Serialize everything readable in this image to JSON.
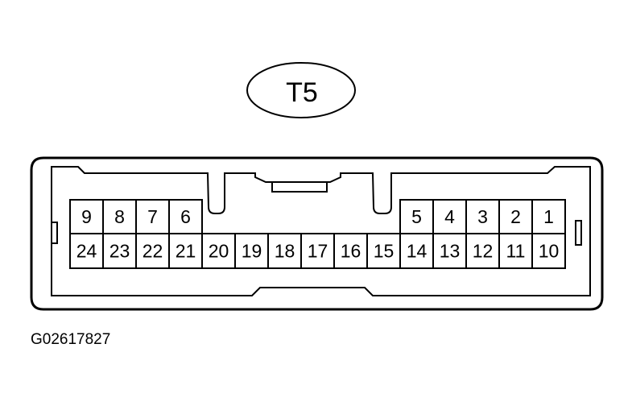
{
  "connector": {
    "label": "T5",
    "top_row_left": [
      "9",
      "8",
      "7",
      "6"
    ],
    "top_row_right": [
      "5",
      "4",
      "3",
      "2",
      "1"
    ],
    "bottom_row": [
      "24",
      "23",
      "22",
      "21",
      "20",
      "19",
      "18",
      "17",
      "16",
      "15",
      "14",
      "13",
      "12",
      "11",
      "10"
    ]
  },
  "figure_code": "G02617827"
}
